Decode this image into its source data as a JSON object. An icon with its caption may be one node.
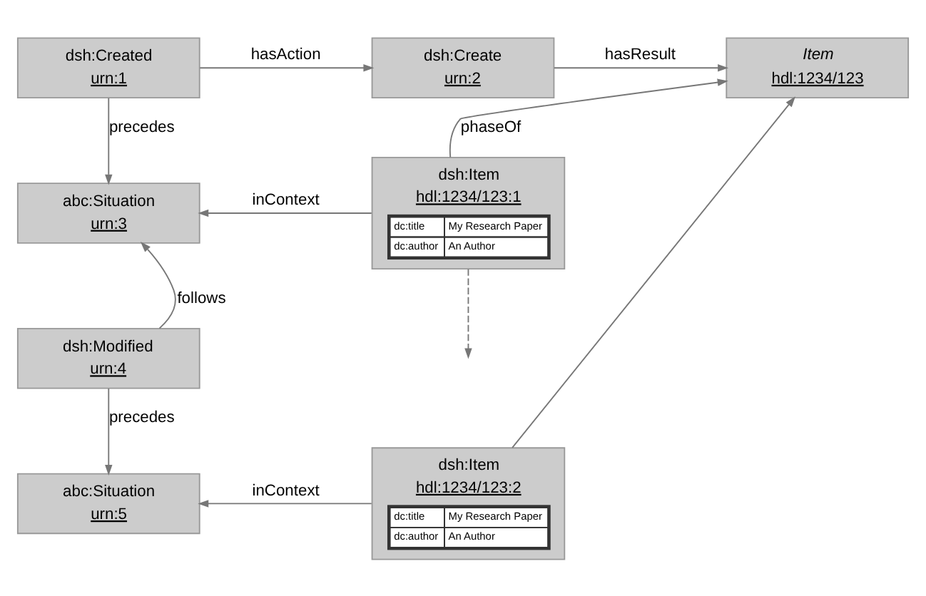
{
  "diagram": {
    "nodes": [
      {
        "text": [
          "dsh:Created",
          "urn:1"
        ]
      },
      {
        "text": [
          "dsh:Create",
          "urn:2"
        ]
      },
      {
        "text": [
          "Item",
          "hdl:1234/123"
        ]
      },
      {
        "text": [
          "abc:Situation",
          "urn:3"
        ]
      },
      {
        "text": [
          "dsh:Item",
          "hdl:1234/123:1",
          "dc:title",
          "My Research Paper",
          "dc:author",
          "An Author"
        ]
      },
      {
        "text": [
          "dsh:Modified",
          "urn:4"
        ]
      },
      {
        "text": [
          "abc:Situation",
          "urn:5"
        ]
      },
      {
        "text": [
          "dsh:Item",
          "hdl:1234/123:2",
          "dc:title",
          "My Research Paper",
          "dc:author",
          "An Author"
        ]
      }
    ],
    "edges": [
      {
        "from": 0,
        "to": 1,
        "arrow": "to",
        "label": "hasAction"
      },
      {
        "from": 1,
        "to": 2,
        "arrow": "to",
        "label": "hasResult"
      },
      {
        "from": 0,
        "to": 3,
        "arrow": "to",
        "label": "precedes"
      },
      {
        "from": 4,
        "to": 3,
        "arrow": "to",
        "label": "inContext"
      },
      {
        "from": 4,
        "to": 2,
        "arrow": "to",
        "label": "phaseOf"
      },
      {
        "from": 4,
        "to": null,
        "arrow": "to",
        "style": "dashed"
      },
      {
        "from": 5,
        "to": 3,
        "arrow": "to",
        "label": "follows"
      },
      {
        "from": 5,
        "to": 6,
        "arrow": "to",
        "label": "precedes"
      },
      {
        "from": 7,
        "to": 6,
        "arrow": "to",
        "label": "inContext"
      },
      {
        "from": 7,
        "to": 2,
        "arrow": "to"
      }
    ]
  }
}
